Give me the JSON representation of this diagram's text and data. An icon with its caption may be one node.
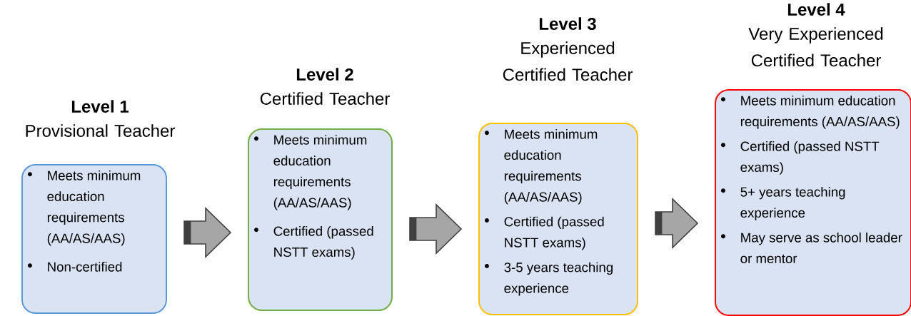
{
  "diagram": {
    "nodes": [
      {
        "text": [
          "Level 1",
          "Provisional Teacher",
          "Meets minimum education requirements (AA/AS/AAS)",
          "Non-certified"
        ]
      },
      {
        "text": [
          "Level 2",
          "Certified Teacher",
          "Meets minimum education requirements (AA/AS/AAS)",
          "Certified (passed NSTT exams)"
        ]
      },
      {
        "text": [
          "Level 3",
          "Experienced Certified Teacher",
          "Meets minimum education requirements (AA/AS/AAS)",
          "Certified (passed NSTT exams)",
          "3-5 years teaching experience"
        ]
      },
      {
        "text": [
          "Level 4",
          "Very Experienced Certified Teacher",
          "Meets minimum education requirements (AA/AS/AAS)",
          "Certified (passed NSTT exams)",
          "5+ years teaching experience",
          "May serve as school leader or mentor"
        ]
      }
    ],
    "edges": [
      {
        "from": 0,
        "to": 1,
        "arrow": "to"
      },
      {
        "from": 1,
        "to": 2,
        "arrow": "to"
      },
      {
        "from": 2,
        "to": 3,
        "arrow": "to"
      }
    ]
  }
}
